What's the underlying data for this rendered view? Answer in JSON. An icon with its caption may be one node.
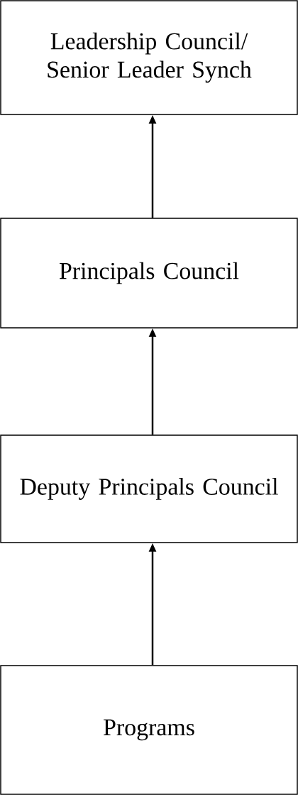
{
  "diagram": {
    "nodes": [
      {
        "text": [
          "Leadership Council/ Senior Leader Synch"
        ]
      },
      {
        "text": [
          "Principals Council"
        ]
      },
      {
        "text": [
          "Deputy Principals Council"
        ]
      },
      {
        "text": [
          "Programs"
        ]
      }
    ],
    "edges": [
      {
        "from": 3,
        "to": 2,
        "arrow": "to"
      },
      {
        "from": 2,
        "to": 1,
        "arrow": "to"
      },
      {
        "from": 1,
        "to": 0,
        "arrow": "to"
      }
    ]
  }
}
